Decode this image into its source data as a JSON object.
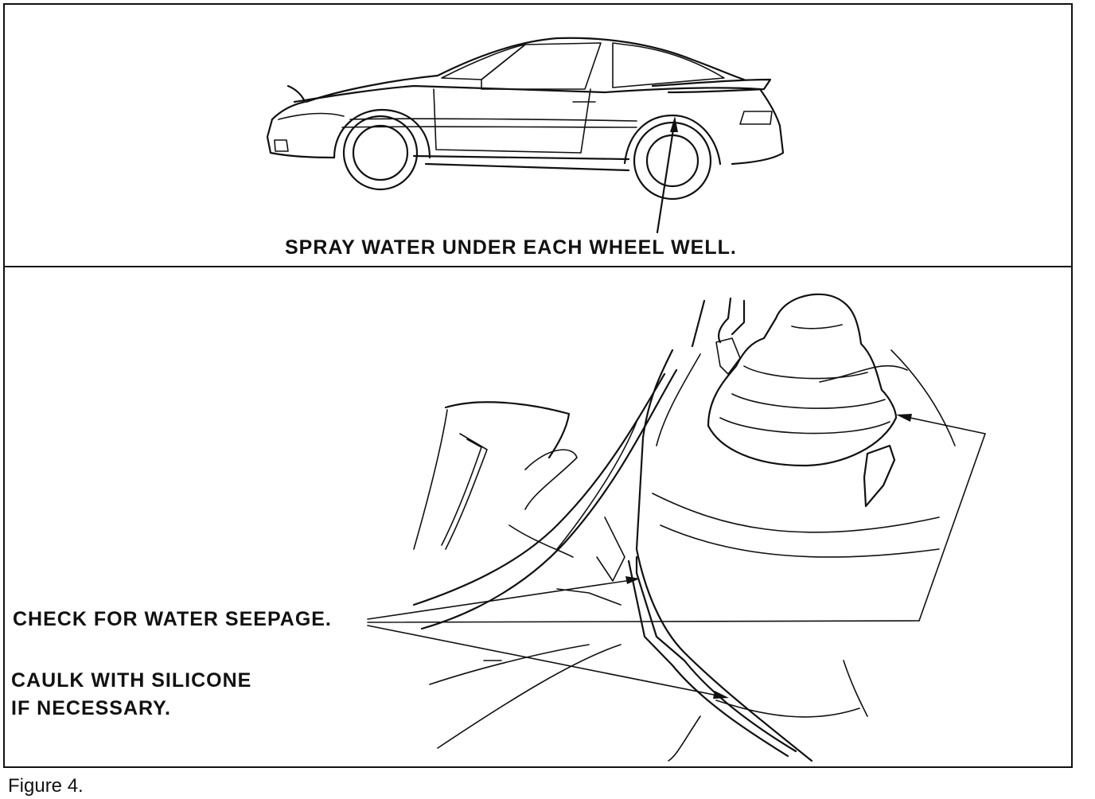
{
  "top_panel": {
    "label": "SPRAY WATER UNDER EACH WHEEL WELL."
  },
  "bottom_panel": {
    "label_check": "CHECK FOR WATER SEEPAGE.",
    "label_caulk_line1": "CAULK WITH SILICONE",
    "label_caulk_line2": "IF NECESSARY."
  },
  "caption": "Figure 4."
}
